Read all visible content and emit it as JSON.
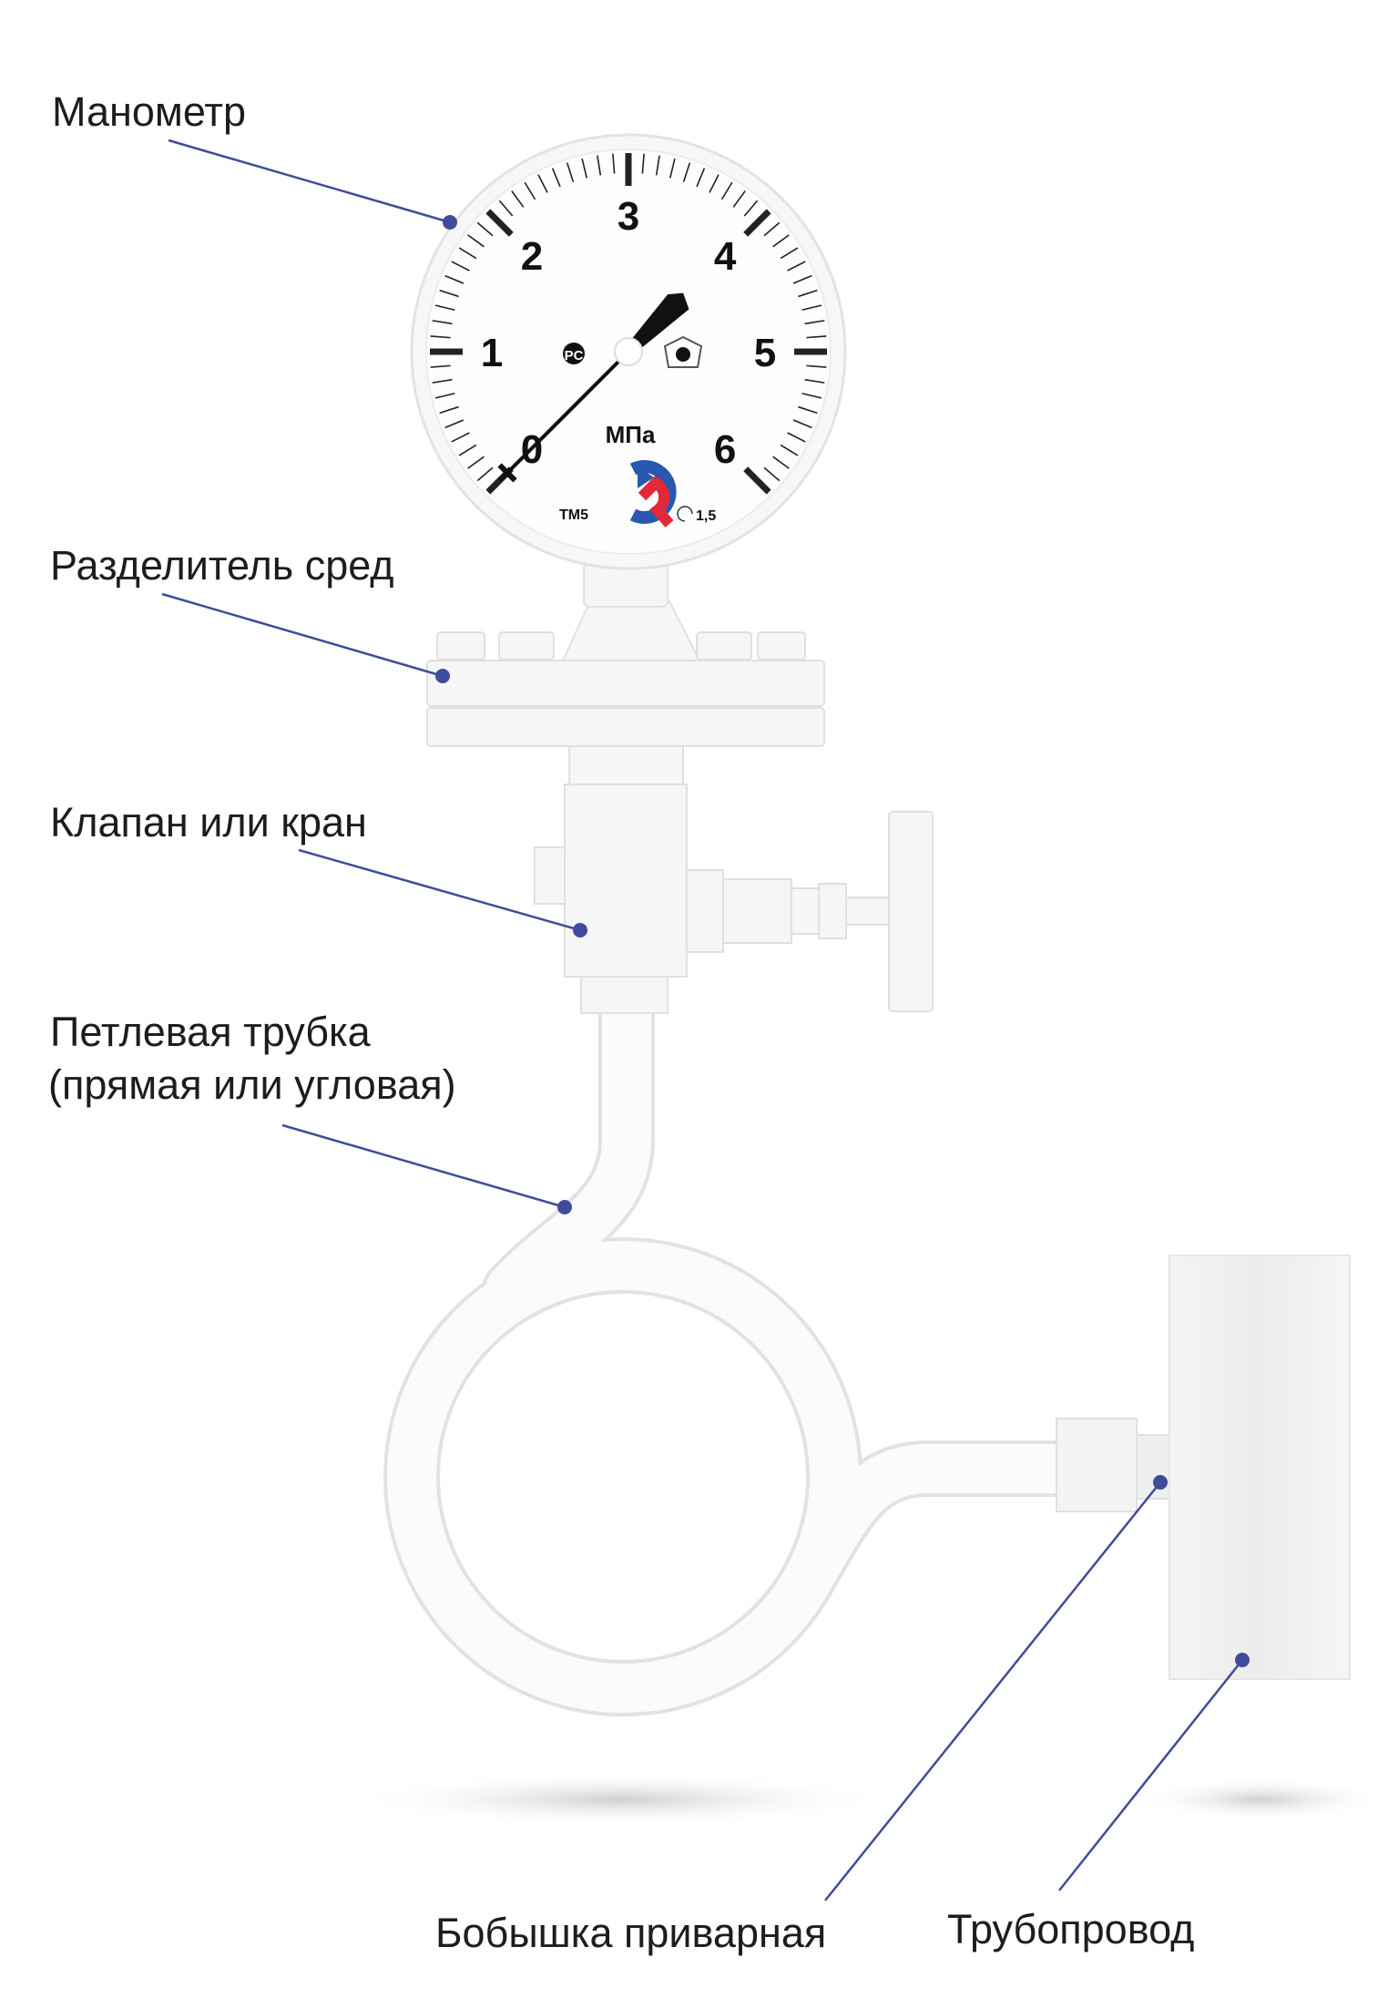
{
  "labels": {
    "gauge": "Манометр",
    "separator": "Разделитель сред",
    "valve": "Клапан или кран",
    "loop_line1": "Петлевая трубка",
    "loop_line2": "(прямая или угловая)",
    "boss": "Бобышка приварная",
    "pipeline": "Трубопровод"
  },
  "gauge": {
    "unit": "МПа",
    "scale_numbers": [
      "0",
      "1",
      "2",
      "3",
      "4",
      "5",
      "6"
    ],
    "scale_min": 0,
    "scale_max": 6,
    "minor_divisions": 60,
    "pointer_value": 0,
    "model": "ТМ5",
    "accuracy_class": "1,5",
    "marks": [
      "rst-mark-icon",
      "gost-pentagon-mark-icon",
      "brand-logo-icon"
    ]
  },
  "colors": {
    "leader_line": "#3f4c9c",
    "logo_blue": "#2a57b0",
    "logo_red": "#e3283a",
    "body": "#f8f8f8",
    "outline": "#e2e2e2"
  }
}
